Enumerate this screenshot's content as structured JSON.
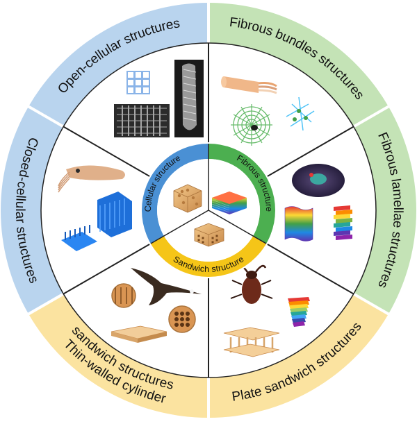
{
  "colors": {
    "cellular": "#4a90d4",
    "fibrous": "#4caf50",
    "sandwich": "#f5c518",
    "cellular_light": "#b9d4ee",
    "fibrous_light": "#c4e3b6",
    "sandwich_light": "#fbe3a0",
    "divider": "#222222"
  },
  "center": {
    "categories": [
      {
        "key": "cellular",
        "label": "Cellular structure"
      },
      {
        "key": "fibrous",
        "label": "Fibrous structure"
      },
      {
        "key": "sandwich",
        "label": "Sandwich structure"
      }
    ]
  },
  "outer": {
    "segments": [
      {
        "key": "open_cellular",
        "category": "cellular",
        "label_lines": [
          "Open-cellular structures"
        ],
        "images": [
          "lattice-model",
          "lattice-sem-micrograph",
          "sponge-skeleton-micrograph"
        ]
      },
      {
        "key": "fibrous_bundles",
        "category": "fibrous",
        "label_lines": [
          "Fibrous bundles structures"
        ],
        "images": [
          "fiber-cable",
          "spider-web",
          "fiber-network"
        ]
      },
      {
        "key": "fibrous_lamellae",
        "category": "fibrous",
        "label_lines": [
          "Fibrous lamellae structures"
        ],
        "images": [
          "mantis-shrimp",
          "helicoid-block-wavy",
          "helicoid-block-twisted"
        ]
      },
      {
        "key": "plate_sandwich",
        "category": "sandwich",
        "label_lines": [
          "Plate sandwich structures"
        ],
        "images": [
          "stag-beetle",
          "plate-pillar-sandwich",
          "twisted-plywood"
        ]
      },
      {
        "key": "thin_walled_cylinder",
        "category": "sandwich",
        "label_lines": [
          "Thin-walled cylinder",
          "sandwich structures"
        ],
        "images": [
          "eagle",
          "cylinder-cross-section",
          "honeycomb-panel"
        ]
      },
      {
        "key": "closed_cellular",
        "category": "cellular",
        "label_lines": [
          "Closed-cellular structures"
        ],
        "images": [
          "cuttlefish",
          "blue-grid-block",
          "blue-fin-block"
        ]
      }
    ]
  }
}
